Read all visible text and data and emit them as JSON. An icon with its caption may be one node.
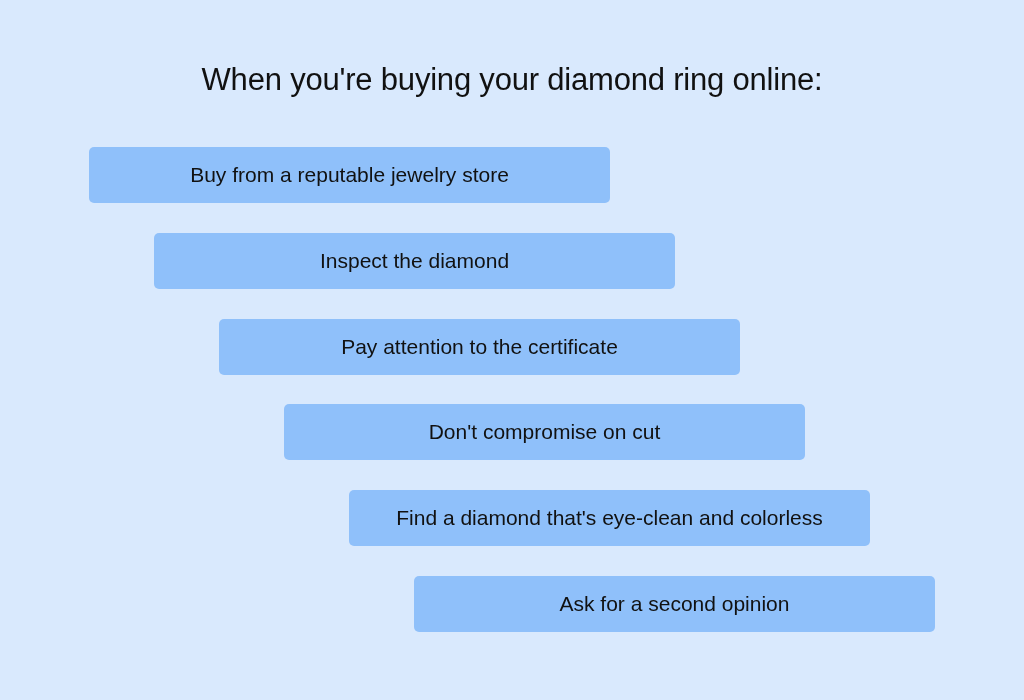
{
  "diagram": {
    "title": "When you're buying your diamond ring online:",
    "nodes": [
      {
        "text": [
          "Buy from a reputable jewelry store"
        ]
      },
      {
        "text": [
          "Inspect the diamond"
        ]
      },
      {
        "text": [
          "Pay attention to the certificate"
        ]
      },
      {
        "text": [
          "Don't compromise on cut"
        ]
      },
      {
        "text": [
          "Find a diamond that's eye-clean and colorless"
        ]
      },
      {
        "text": [
          "Ask for a second opinion"
        ]
      }
    ]
  }
}
